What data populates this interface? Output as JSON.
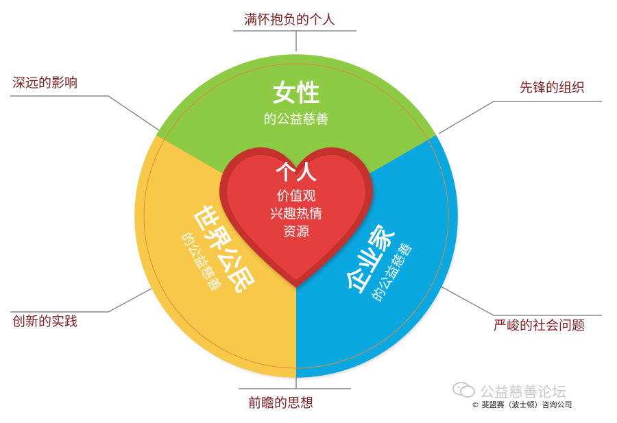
{
  "segments": {
    "women": {
      "title": "女性",
      "subtitle": "的公益慈善",
      "color": "#8ecb45"
    },
    "global_citizen": {
      "title": "世界公民",
      "subtitle": "的公益慈善",
      "color": "#f8c848"
    },
    "entrepreneur": {
      "title": "企业家",
      "subtitle": "的公益慈善",
      "color": "#0aa8e0"
    }
  },
  "center": {
    "title": "个人",
    "lines": [
      "价值观",
      "兴趣热情",
      "资源"
    ],
    "color": "#e53e3e"
  },
  "outer_labels": {
    "top": "满怀抱负的个人",
    "top_left": "深远的影响",
    "top_right": "先锋的组织",
    "bottom_left": "创新的实践",
    "bottom_right": "严峻的社会问题",
    "bottom": "前瞻的思想"
  },
  "footer": {
    "wechat": "公益慈善论坛",
    "copyright": "© 斐盟赛（波士顿）咨询公司"
  },
  "colors": {
    "ring": "#d8651f",
    "label_text": "#7a1f22",
    "connector": "#8a8a8a"
  }
}
